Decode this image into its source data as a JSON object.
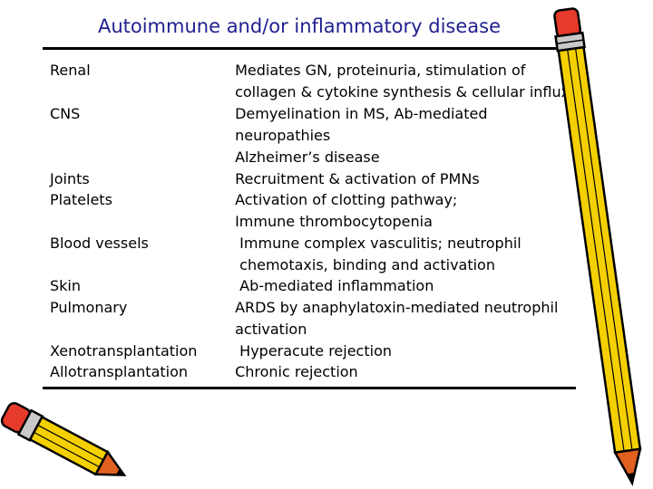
{
  "slide": {
    "title": "Autoimmune and/or inflammatory disease",
    "left_labels": [
      "Renal",
      "CNS",
      "Joints",
      "Platelets",
      "Blood vessels",
      "Skin",
      "Pulmonary",
      "Xenotransplantation",
      "Allotransplantation"
    ],
    "right_lines": [
      " Mediates GN, proteinuria, stimulation of",
      " collagen & cytokine synthesis & cellular influx",
      " Demyelination in MS, Ab-mediated",
      " neuropathies",
      " Alzheimer’s disease",
      " Recruitment & activation of PMNs",
      " Activation of clotting pathway;",
      " Immune thrombocytopenia",
      "  Immune complex vasculitis; neutrophil",
      "  chemotaxis, binding and activation",
      "  Ab-mediated inflammation",
      " ARDS by anaphylatoxin-mediated neutrophil",
      " activation",
      "  Hyperacute rejection",
      " Chronic rejection"
    ]
  },
  "colors": {
    "title": "#1f1f8f",
    "pencil_body": "#f5d000",
    "pencil_tip": "#e06020",
    "pencil_eraser": "#e63a2a"
  },
  "icons": [
    "pencil-icon-right",
    "pencil-icon-bottom-left"
  ]
}
